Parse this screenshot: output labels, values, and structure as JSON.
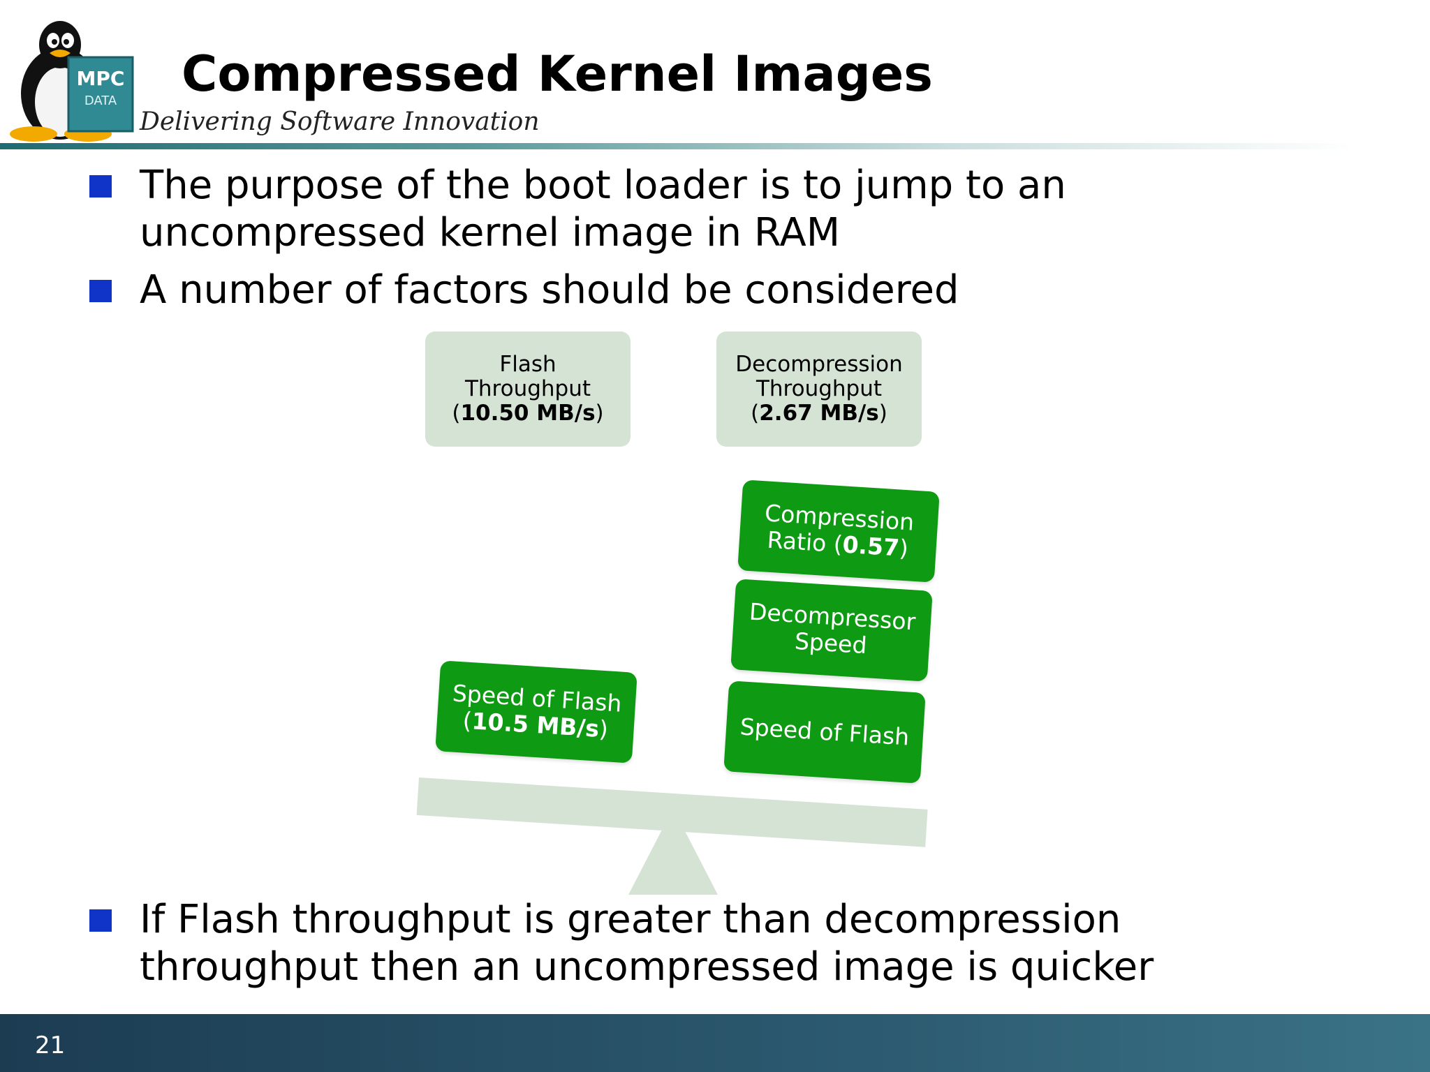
{
  "logo": {
    "text_top": "MPC",
    "text_bottom": "DATA"
  },
  "header": {
    "title": "Compressed Kernel Images",
    "tagline": "Delivering Software Innovation"
  },
  "bullets": [
    {
      "line1": "The purpose of the boot loader is to jump to an",
      "line2": "uncompressed kernel image in RAM"
    },
    {
      "line1": "A number of factors should be considered"
    },
    {
      "line1": "If Flash throughput is greater than decompression",
      "line2": "throughput then an uncompressed image is quicker"
    }
  ],
  "diagram": {
    "flash_throughput": {
      "line1": "Flash",
      "line2": "Throughput",
      "value": "10.50 MB/s"
    },
    "decompression_throughput": {
      "line1": "Decompression",
      "line2": "Throughput",
      "value": "2.67 MB/s"
    },
    "left_pan": {
      "line1": "Speed of Flash",
      "value": "10.5 MB/s"
    },
    "right_pan": {
      "compression_ratio": {
        "line1": "Compression",
        "line2": "Ratio",
        "value": "0.57"
      },
      "decompressor_speed": {
        "line1": "Decompressor",
        "line2": "Speed"
      },
      "speed_of_flash": {
        "line1": "Speed of Flash"
      }
    }
  },
  "footer": {
    "page_number": "21"
  },
  "colors": {
    "bullet": "#1034c8",
    "green_box": "#0f9a14",
    "light_box": "#d4e3d4",
    "footer": "#2c5a70"
  }
}
